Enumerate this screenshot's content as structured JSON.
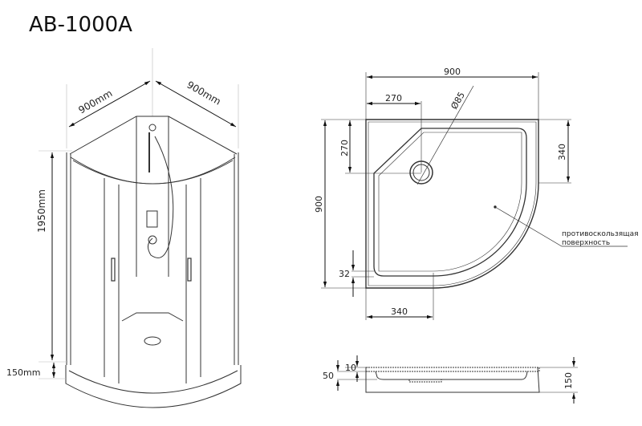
{
  "title": "AB-1000A",
  "perspective": {
    "width_left": "900mm",
    "width_right": "900mm",
    "height": "1950mm",
    "tray_height": "150mm"
  },
  "plan": {
    "overall_width": "900",
    "overall_depth": "900",
    "drain_offset_x": "270",
    "drain_offset_y": "270",
    "drain_diameter": "Ø85",
    "straight_right": "340",
    "straight_bottom": "340",
    "rim": "32",
    "note_line1": "противоскользящая",
    "note_line2": "поверхность"
  },
  "section": {
    "rim": "10",
    "depth": "50",
    "height": "150"
  },
  "colors": {
    "line": "#222222",
    "guide": "#aaaaaa"
  }
}
